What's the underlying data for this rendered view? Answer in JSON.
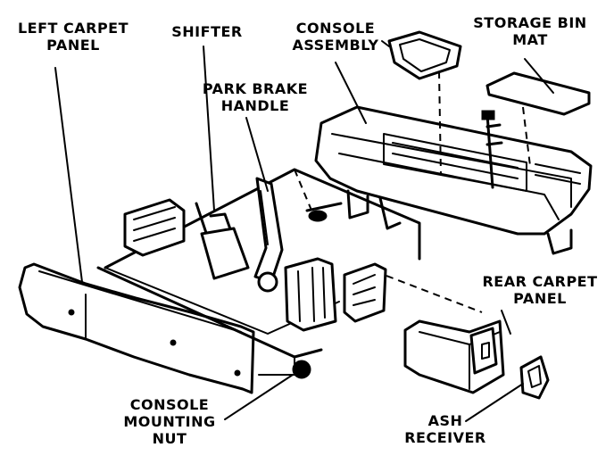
{
  "labels": {
    "left_carpet_panel": [
      "LEFT CARPET",
      "PANEL"
    ],
    "shifter": [
      "SHIFTER"
    ],
    "console_assembly": [
      "CONSOLE",
      "ASSEMBLY"
    ],
    "storage_bin_mat": [
      "STORAGE BIN",
      "MAT"
    ],
    "park_brake_handle": [
      "PARK BRAKE",
      "HANDLE"
    ],
    "rear_carpet_panel": [
      "REAR CARPET",
      "PANEL"
    ],
    "console_mounting_nut": [
      "CONSOLE",
      "MOUNTING",
      "NUT"
    ],
    "ash_receiver": [
      "ASH",
      "RECEIVER"
    ]
  },
  "colors": {
    "ink": "#000000",
    "background": "#ffffff"
  }
}
